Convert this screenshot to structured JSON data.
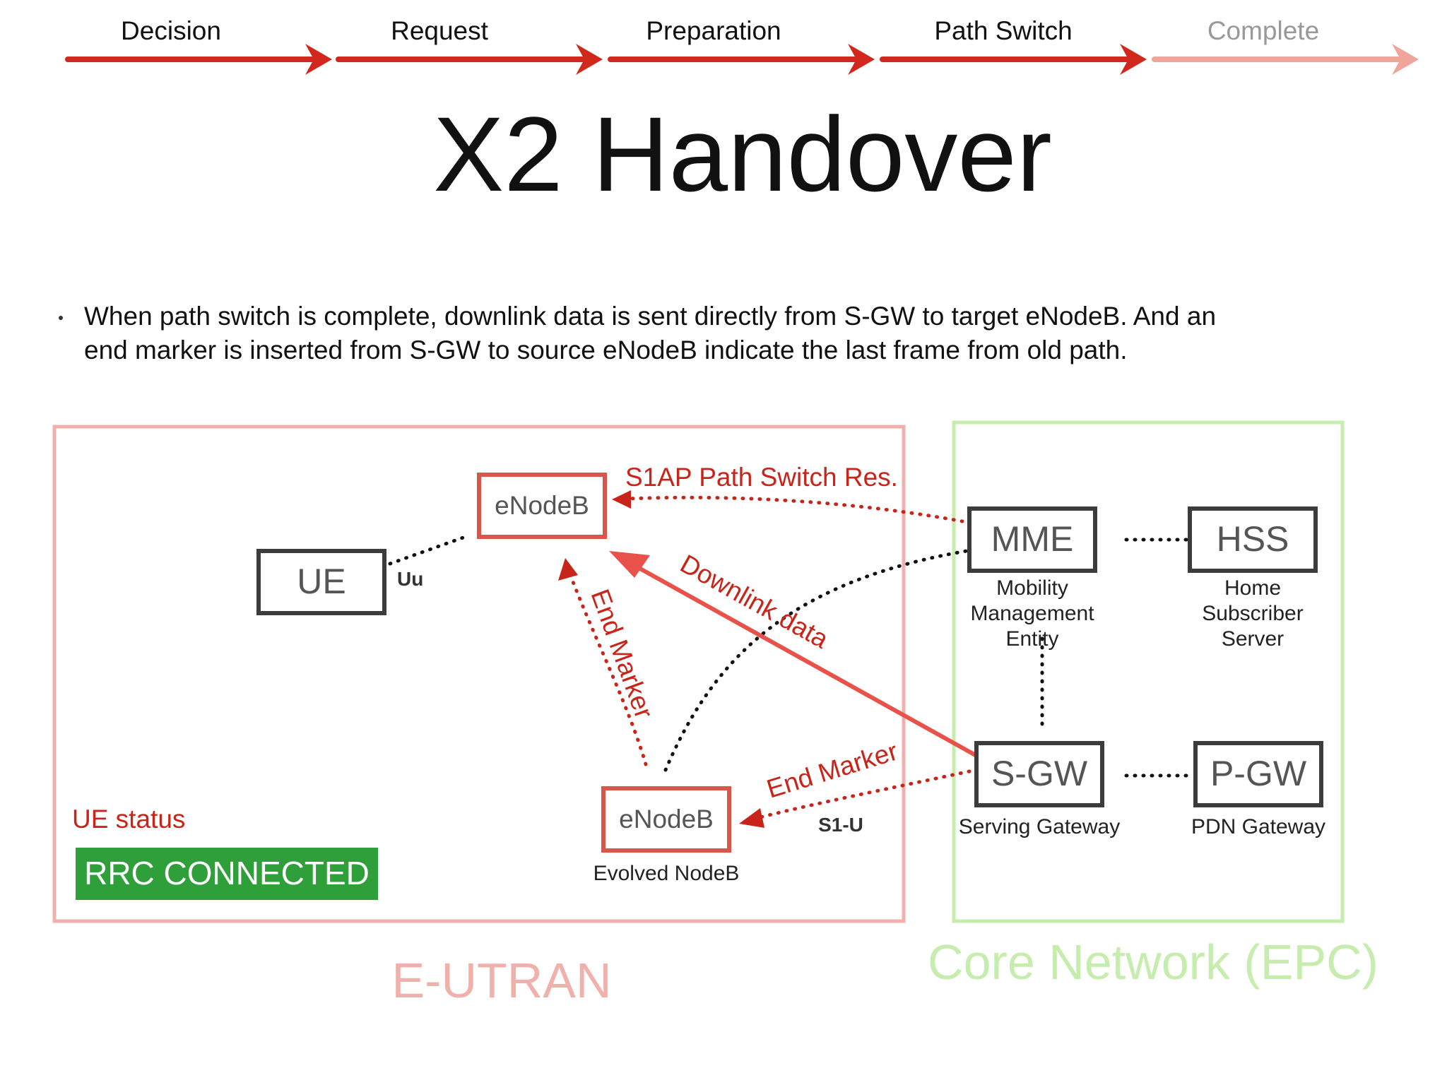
{
  "steps": [
    {
      "label": "Decision",
      "state": "done"
    },
    {
      "label": "Request",
      "state": "done"
    },
    {
      "label": "Preparation",
      "state": "done"
    },
    {
      "label": "Path Switch",
      "state": "active"
    },
    {
      "label": "Complete",
      "state": "pending"
    }
  ],
  "title": "X2 Handover",
  "bullet": {
    "line1": "When path switch is complete, downlink data is sent directly from S-GW to target eNodeB. And an",
    "line2": "end marker is inserted from S-GW to source eNodeB indicate the last frame from old path."
  },
  "nodes": {
    "enodeb_target": {
      "label": "eNodeB"
    },
    "enodeb_source": {
      "label": "eNodeB",
      "sub": "Evolved NodeB"
    },
    "ue": {
      "label": "UE"
    },
    "mme": {
      "label": "MME",
      "sub1": "Mobility",
      "sub2": "Management",
      "sub3": "Entity"
    },
    "hss": {
      "label": "HSS",
      "sub1": "Home",
      "sub2": "Subscriber",
      "sub3": "Server"
    },
    "sgw": {
      "label": "S-GW",
      "sub": "Serving Gateway"
    },
    "pgw": {
      "label": "P-GW",
      "sub": "PDN Gateway"
    }
  },
  "links": {
    "uu": "Uu",
    "s1u": "S1-U",
    "s1ap": "S1AP Path Switch Res.",
    "downlink": "Downlink data",
    "end_marker_1": "End Marker",
    "end_marker_2": "End Marker"
  },
  "ue_status": {
    "label": "UE status",
    "badge": "RRC CONNECTED"
  },
  "regions": {
    "eutran": "E-UTRAN",
    "core": "Core Network (EPC)"
  },
  "colors": {
    "accent_red": "#d0281c",
    "faded_red": "#f0a59a",
    "eutran_border": "#f0b0ac",
    "core_border": "#c6ecae",
    "enb_border": "#d9574a",
    "node_border": "#3c3c3c",
    "badge_green": "#2f9f3a"
  }
}
